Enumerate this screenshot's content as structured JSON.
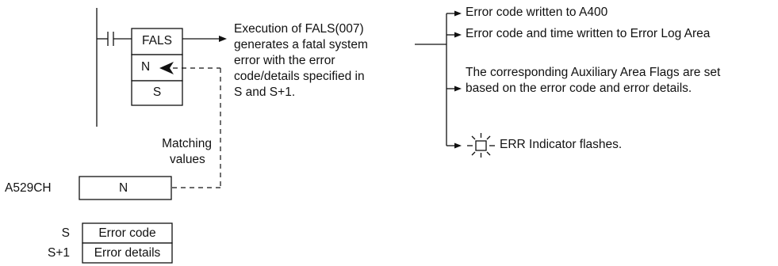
{
  "ladder": {
    "instruction": "FALS",
    "operand_n": "N",
    "operand_s": "S"
  },
  "description": {
    "lines": [
      "Execution of FALS(007)",
      "generates a fatal system",
      "error with the error",
      "code/details specified in",
      "S and S+1."
    ]
  },
  "results": {
    "item1": "Error code written to A400",
    "item2": "Error code and time written to Error Log Area",
    "item3_lines": [
      "The corresponding Auxiliary Area Flags are set",
      "based on the error code and error details."
    ],
    "item4": "ERR Indicator flashes."
  },
  "matching": {
    "lines": [
      "Matching",
      "values"
    ]
  },
  "a529": {
    "label": "A529CH",
    "value": "N"
  },
  "operands_table": {
    "rows": [
      {
        "label": "S",
        "value": "Error code"
      },
      {
        "label": "S+1",
        "value": "Error details"
      }
    ]
  }
}
